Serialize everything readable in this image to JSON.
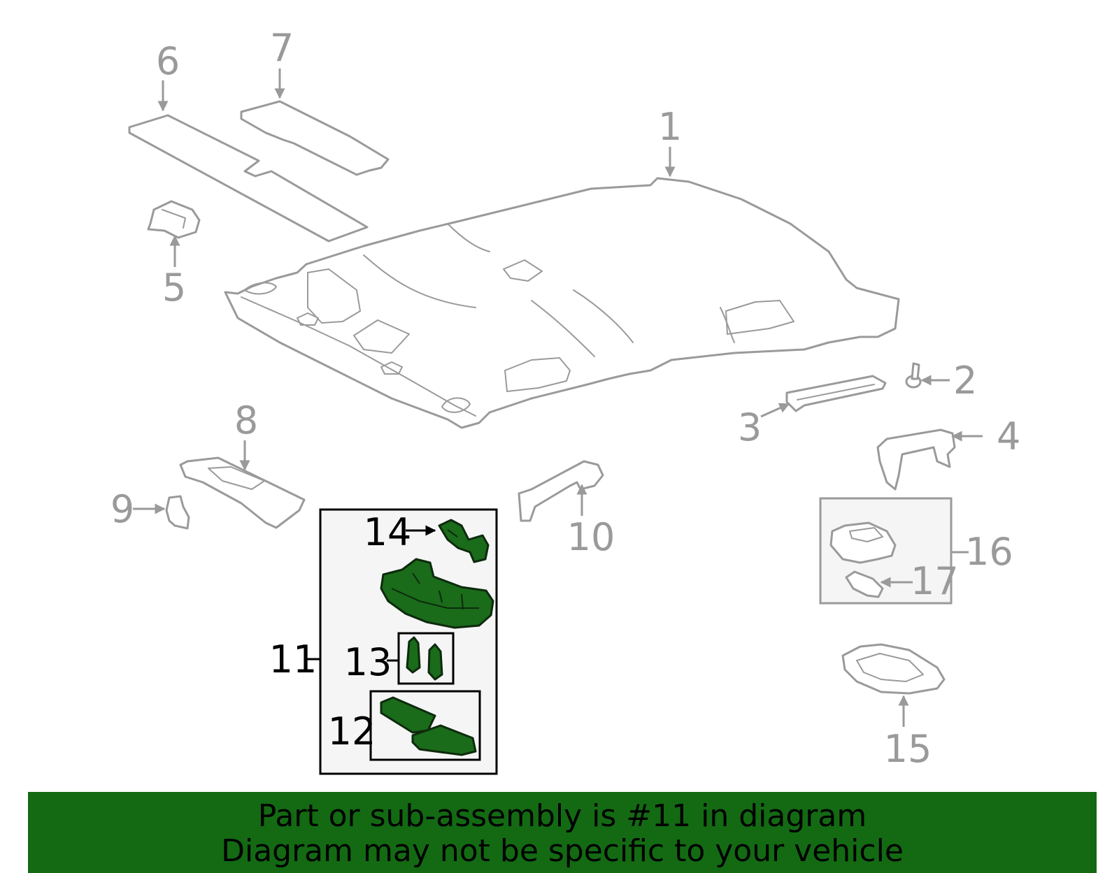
{
  "callouts": [
    {
      "id": "1",
      "label": "1"
    },
    {
      "id": "2",
      "label": "2"
    },
    {
      "id": "3",
      "label": "3"
    },
    {
      "id": "4",
      "label": "4"
    },
    {
      "id": "5",
      "label": "5"
    },
    {
      "id": "6",
      "label": "6"
    },
    {
      "id": "7",
      "label": "7"
    },
    {
      "id": "8",
      "label": "8"
    },
    {
      "id": "9",
      "label": "9"
    },
    {
      "id": "10",
      "label": "10"
    },
    {
      "id": "11",
      "label": "11"
    },
    {
      "id": "12",
      "label": "12"
    },
    {
      "id": "13",
      "label": "13"
    },
    {
      "id": "14",
      "label": "14"
    },
    {
      "id": "15",
      "label": "15"
    },
    {
      "id": "16",
      "label": "16"
    },
    {
      "id": "17",
      "label": "17"
    }
  ],
  "highlighted_part": "11",
  "colors": {
    "highlight_fill": "#1a6b1a",
    "banner_background": "#136a13",
    "line_gray": "#9a9a9a",
    "box_fill": "#f5f5f5"
  },
  "banner": {
    "line1": "Part or sub-assembly is #11 in diagram",
    "line2": "Diagram may not be specific to your vehicle"
  }
}
